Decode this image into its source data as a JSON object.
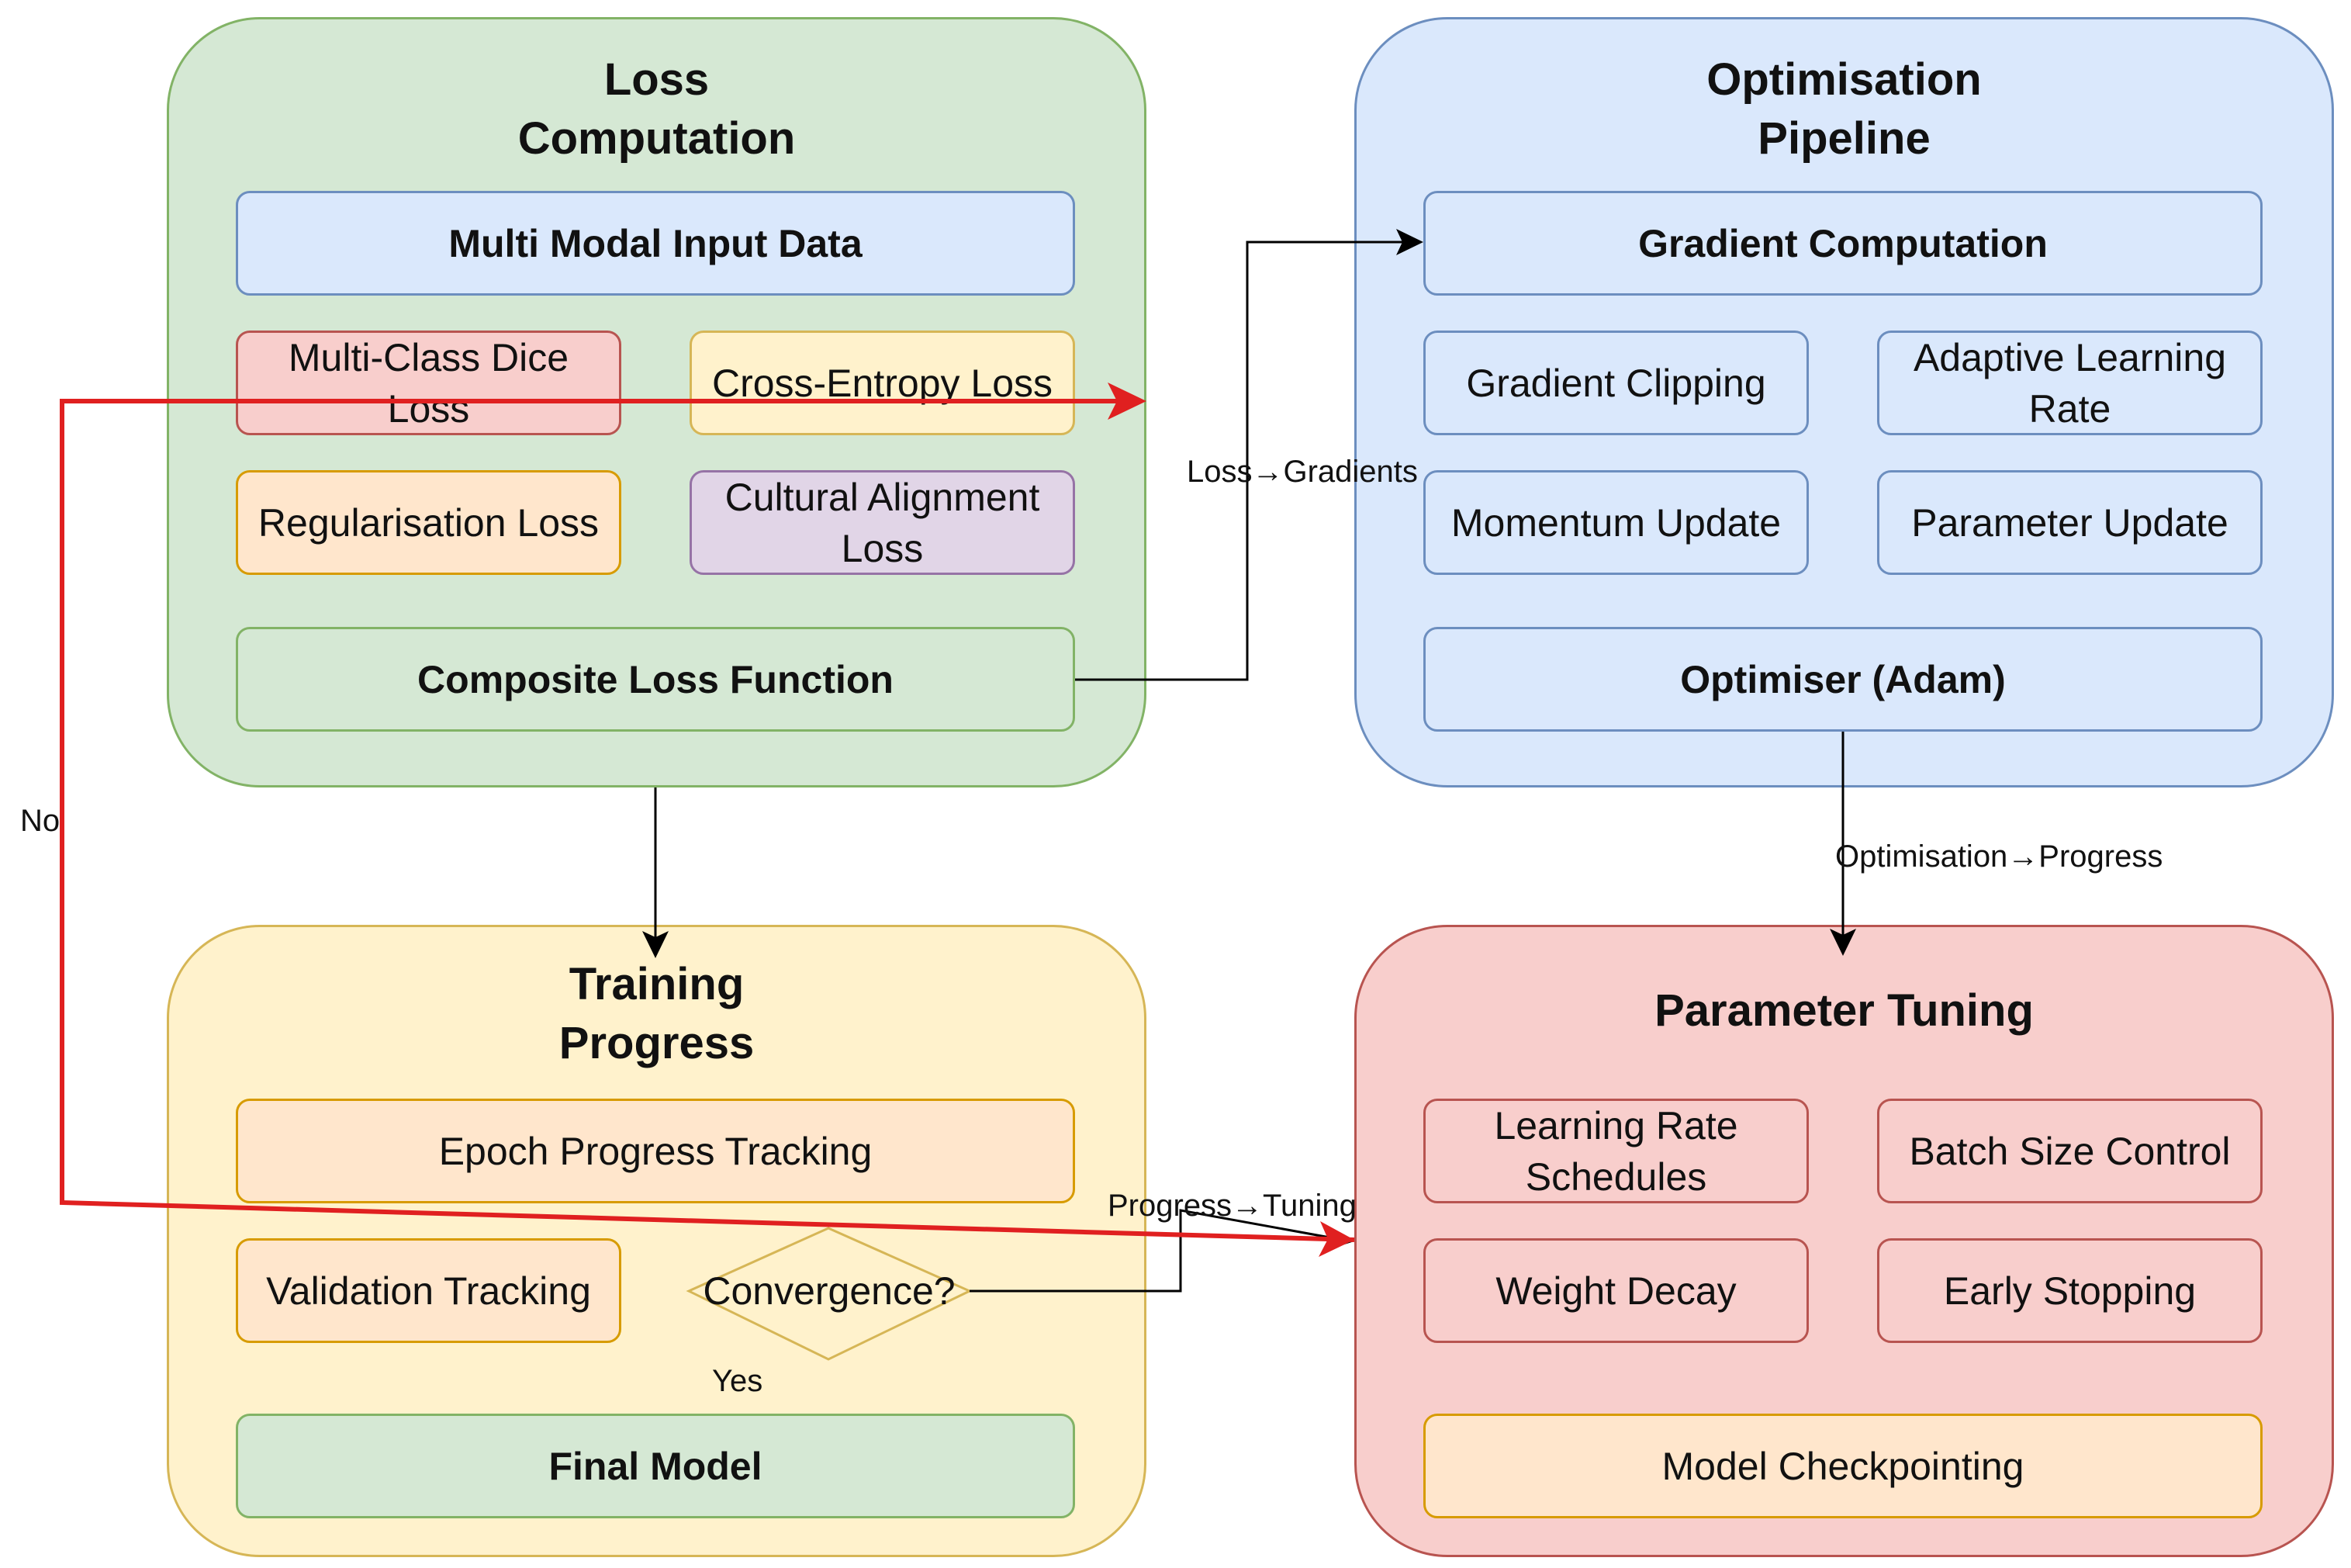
{
  "colors": {
    "edge": "#000000",
    "highlight_edge": "#e02020"
  },
  "groups": {
    "loss": {
      "title": "Loss\nComputation"
    },
    "opt": {
      "title": "Optimisation\nPipeline"
    },
    "train": {
      "title": "Training\nProgress"
    },
    "param": {
      "title": "Parameter Tuning"
    }
  },
  "nodes": {
    "multi_modal": "Multi Modal Input Data",
    "dice": "Multi-Class Dice\nLoss",
    "cross_entropy": "Cross-Entropy Loss",
    "regularisation": "Regularisation Loss",
    "cultural": "Cultural Alignment\nLoss",
    "composite": "Composite Loss Function",
    "gradient_computation": "Gradient Computation",
    "gradient_clipping": "Gradient Clipping",
    "adaptive_lr": "Adaptive Learning\nRate",
    "momentum": "Momentum Update",
    "parameter_update": "Parameter Update",
    "optimiser": "Optimiser (Adam)",
    "epoch": "Epoch Progress Tracking",
    "validation": "Validation Tracking",
    "convergence": "Convergence?",
    "final_model": "Final Model",
    "lr_schedules": "Learning Rate\nSchedules",
    "batch_size": "Batch Size Control",
    "weight_decay": "Weight Decay",
    "early_stopping": "Early Stopping",
    "checkpointing": "Model Checkpointing"
  },
  "edge_labels": {
    "loss_gradients": "Loss→Gradients",
    "opt_progress": "Optimisation→Progress",
    "progress_tuning": "Progress→Tuning",
    "yes": "Yes",
    "no": "No"
  }
}
